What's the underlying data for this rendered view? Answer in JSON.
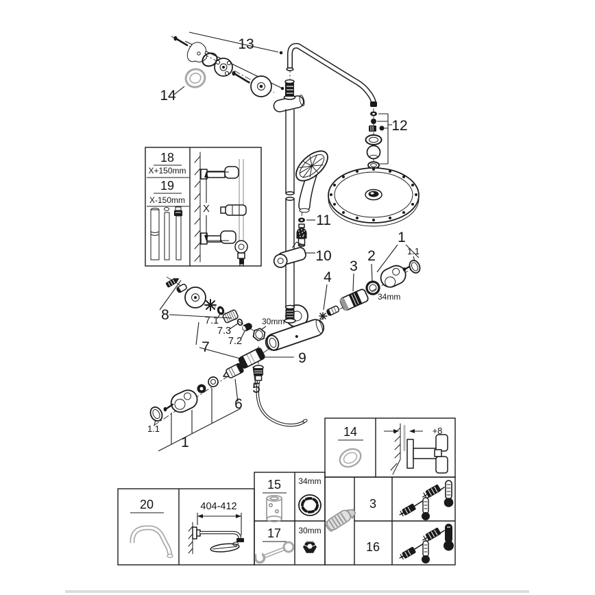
{
  "colors": {
    "line": "#1a1a1a",
    "grey_part": "#a8a8a8",
    "footer_bar": "#dcdcdc"
  },
  "labels": {
    "n13": "13",
    "n14": "14",
    "n12": "12",
    "n11": "11",
    "n10": "10",
    "n9": "9",
    "n8": "8",
    "n7": "7",
    "n7_1": "7.1",
    "n7_3": "7.3",
    "n7_2": "7.2",
    "n5": "5",
    "n6": "6",
    "n4": "4",
    "n3": "3",
    "n2": "2",
    "n1_right": "1",
    "n1_1_right": "1.1",
    "n1_left": "1",
    "n1_1_left": "1.1",
    "dim34": "34mm",
    "dim30": "30mm"
  },
  "insets": {
    "rail": {
      "n18": "18",
      "len18": "X+150mm",
      "n19": "19",
      "len19": "X-150mm",
      "dimX": "X"
    },
    "seal": {
      "n14": "14",
      "depth": "+8"
    },
    "tools": {
      "n15": "15",
      "size15": "34mm",
      "n17": "17",
      "size17": "30mm"
    },
    "checkvalves": {
      "n3": "3",
      "n16": "16"
    },
    "arm": {
      "n20": "20",
      "span": "404-412"
    }
  }
}
